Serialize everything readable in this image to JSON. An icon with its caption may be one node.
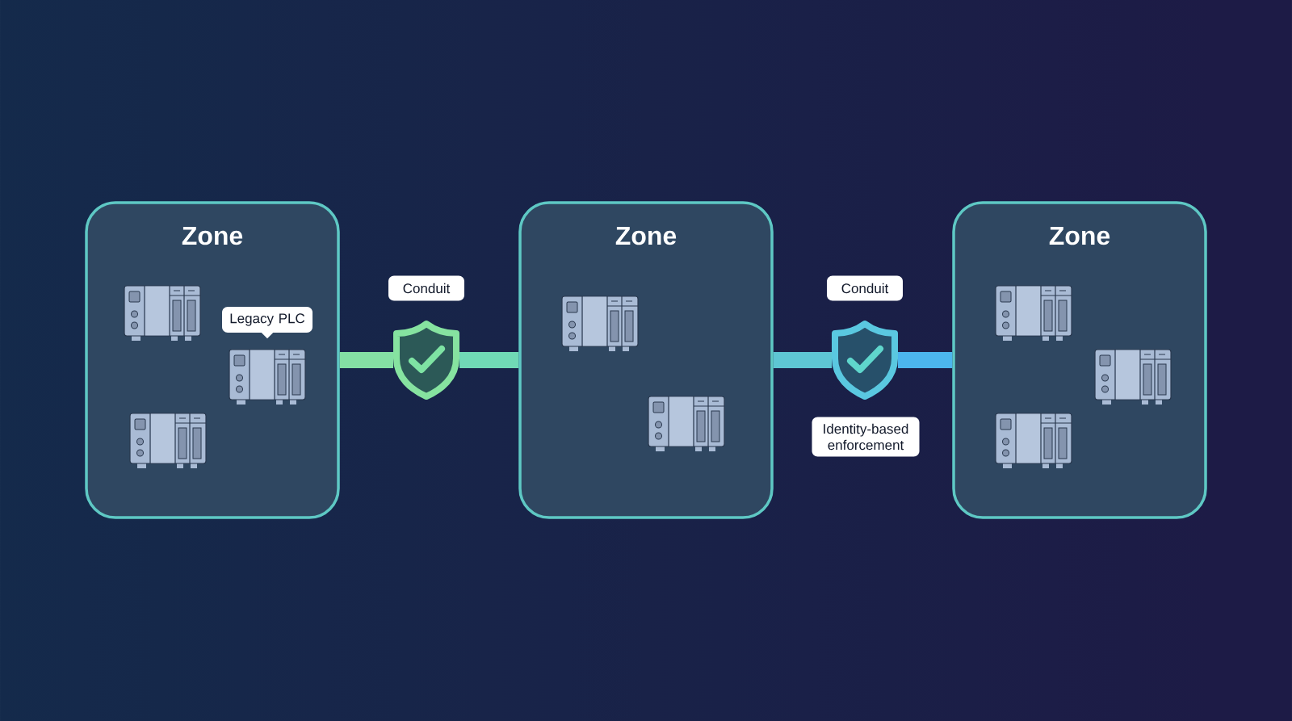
{
  "diagram": {
    "nodes": [
      {
        "text": [
          "Zone"
        ]
      },
      {
        "text": [
          "Legacy PLC"
        ],
        "in": 0
      },
      {
        "text": [
          "Conduit"
        ]
      },
      {
        "text": [],
        "shape": "shield"
      },
      {
        "text": [
          "Zone"
        ]
      },
      {
        "text": [
          "Conduit"
        ]
      },
      {
        "text": [],
        "shape": "shield"
      },
      {
        "text": [
          "Identity-based enforcement"
        ]
      },
      {
        "text": [
          "Zone"
        ]
      }
    ],
    "edges": [
      {
        "from": 0,
        "to": 3,
        "arrow": "none",
        "color": "#84e0a4"
      },
      {
        "from": 3,
        "to": 4,
        "arrow": "none",
        "color": "#70dab6"
      },
      {
        "from": 4,
        "to": 6,
        "arrow": "none",
        "color": "#5ec6d4"
      },
      {
        "from": 6,
        "to": 8,
        "arrow": "none",
        "color": "#4cb6ee"
      }
    ]
  }
}
